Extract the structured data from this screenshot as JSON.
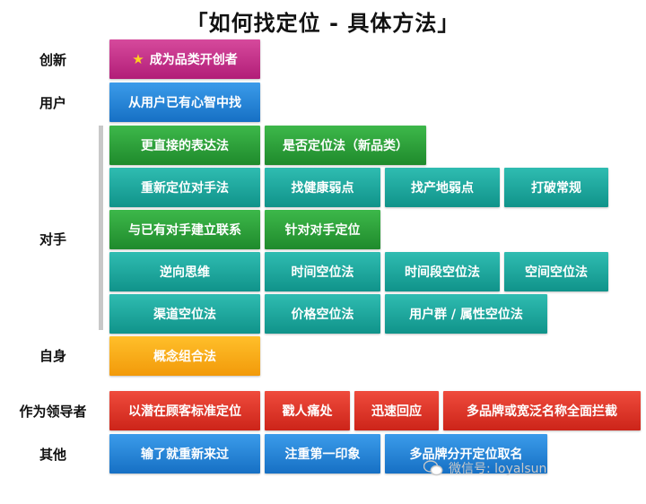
{
  "title": "「如何找定位 - 具体方法」",
  "rows": {
    "innovation": "创新",
    "user": "用户",
    "opponent": "对手",
    "self": "自身",
    "leader": "作为领导者",
    "other": "其他"
  },
  "boxes": {
    "innovation": [
      "成为品类开创者"
    ],
    "user": [
      "从用户已有心智中找"
    ],
    "opponent_1": [
      "更直接的表达法",
      "是否定位法（新品类）"
    ],
    "opponent_2": [
      "重新定位对手法",
      "找健康弱点",
      "找产地弱点",
      "打破常规"
    ],
    "opponent_3": [
      "与已有对手建立联系",
      "针对对手定位"
    ],
    "opponent_4": [
      "逆向思维",
      "时间空位法",
      "时间段空位法",
      "空间空位法"
    ],
    "opponent_5": [
      "渠道空位法",
      "价格空位法",
      "用户群 / 属性空位法"
    ],
    "self": [
      "概念组合法"
    ],
    "leader": [
      "以潜在顾客标准定位",
      "戳人痛处",
      "迅速回应",
      "多品牌或宽泛名称全面拦截"
    ],
    "other": [
      "输了就重新来过",
      "注重第一印象",
      "多品牌分开定位取名"
    ]
  },
  "watermark": "微信号: loyalsun",
  "colors": {
    "innovation": "#c42a88",
    "user": "#2484d8",
    "opponent_green": "#2ea13b",
    "opponent_teal": "#1fa89e",
    "self": "#f7ab1a",
    "leader": "#de3528",
    "other": "#2484d8"
  }
}
